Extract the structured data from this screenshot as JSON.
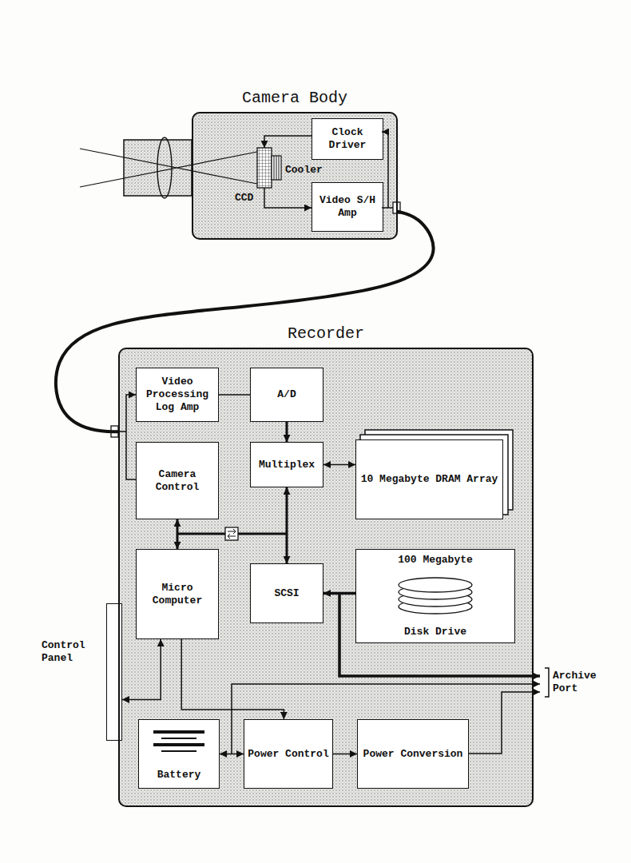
{
  "diagram": {
    "nodes": [
      {
        "text": [
          "Camera Body"
        ]
      },
      {
        "text": [
          "Clock Driver"
        ],
        "in": 0
      },
      {
        "text": [
          "Video S/H Amp"
        ],
        "in": 0
      },
      {
        "text": [
          "Recorder"
        ]
      },
      {
        "text": [
          "Video Processing Log Amp"
        ],
        "in": 3
      },
      {
        "text": [
          "A/D"
        ],
        "in": 3
      },
      {
        "text": [
          "Camera Control"
        ],
        "in": 3
      },
      {
        "text": [
          "Multiplex"
        ],
        "in": 3
      },
      {
        "text": [
          "10 Megabyte DRAM Array"
        ],
        "in": 3
      },
      {
        "text": [
          "Micro Computer"
        ],
        "in": 3
      },
      {
        "text": [
          "SCSI"
        ],
        "in": 3
      },
      {
        "text": [
          "100 Megabyte",
          "Disk Drive"
        ],
        "in": 3
      },
      {
        "text": [
          "Control Panel"
        ]
      },
      {
        "text": [
          "Battery"
        ],
        "in": 3
      },
      {
        "text": [
          "Power Control"
        ],
        "in": 3
      },
      {
        "text": [
          "Power Conversion"
        ],
        "in": 3
      }
    ],
    "edges": [
      {
        "from": 0,
        "to": 3,
        "arrow": "none"
      },
      {
        "from": 4,
        "to": 5,
        "arrow": "none"
      },
      {
        "from": 5,
        "to": 7,
        "arrow": "to"
      },
      {
        "from": 7,
        "to": 8,
        "arrow": "both"
      },
      {
        "from": 6,
        "to": 9,
        "arrow": "both"
      },
      {
        "from": 7,
        "to": 10,
        "arrow": "both"
      },
      {
        "from": 11,
        "to": 10,
        "arrow": "to"
      },
      {
        "from": 9,
        "to": 12,
        "arrow": "both"
      },
      {
        "from": 9,
        "to": 14,
        "arrow": "to"
      },
      {
        "from": 13,
        "to": 14,
        "arrow": "both"
      },
      {
        "from": 14,
        "to": 15,
        "arrow": "to"
      }
    ],
    "labels": [
      "CCD",
      "Cooler",
      "Archive Port"
    ]
  }
}
